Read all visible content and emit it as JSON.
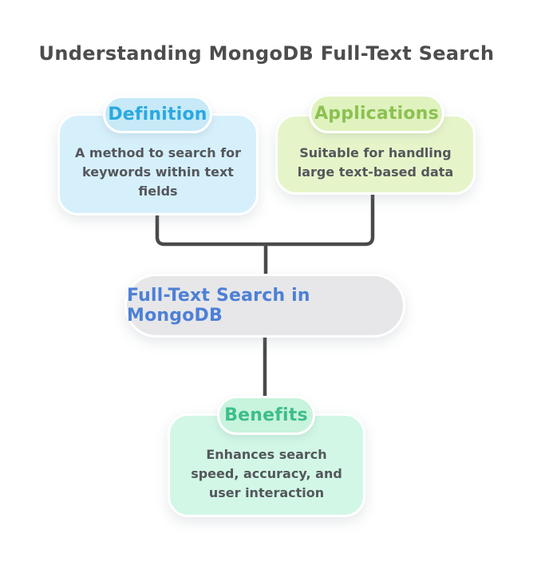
{
  "title": "Understanding MongoDB Full-Text Search",
  "diagram": {
    "center": {
      "label": "Full-Text Search in MongoDB"
    },
    "branches": [
      {
        "id": "definition",
        "label": "Definition",
        "body": "A method to search for keywords within text fields"
      },
      {
        "id": "applications",
        "label": "Applications",
        "body": "Suitable for handling large text-based data"
      },
      {
        "id": "benefits",
        "label": "Benefits",
        "body": "Enhances search speed, accuracy, and user interaction"
      }
    ]
  },
  "colors": {
    "background": "#FFFFFF",
    "title_text": "#4D4D4D",
    "connector": "#4A4A4A",
    "body_text": "#54575C",
    "center_fill": "#E7E7E9",
    "center_text": "#4D80D6",
    "definition_accent": "#29A9E0",
    "definition_pill_fill": "#C7E9F8",
    "definition_body_fill": "#D6F0FB",
    "applications_accent": "#8CC152",
    "applications_pill_fill": "#E0F2BE",
    "applications_body_fill": "#E6F5C9",
    "benefits_accent": "#3DBE8B",
    "benefits_pill_fill": "#C8F3DC",
    "benefits_body_fill": "#D2F7E6"
  }
}
